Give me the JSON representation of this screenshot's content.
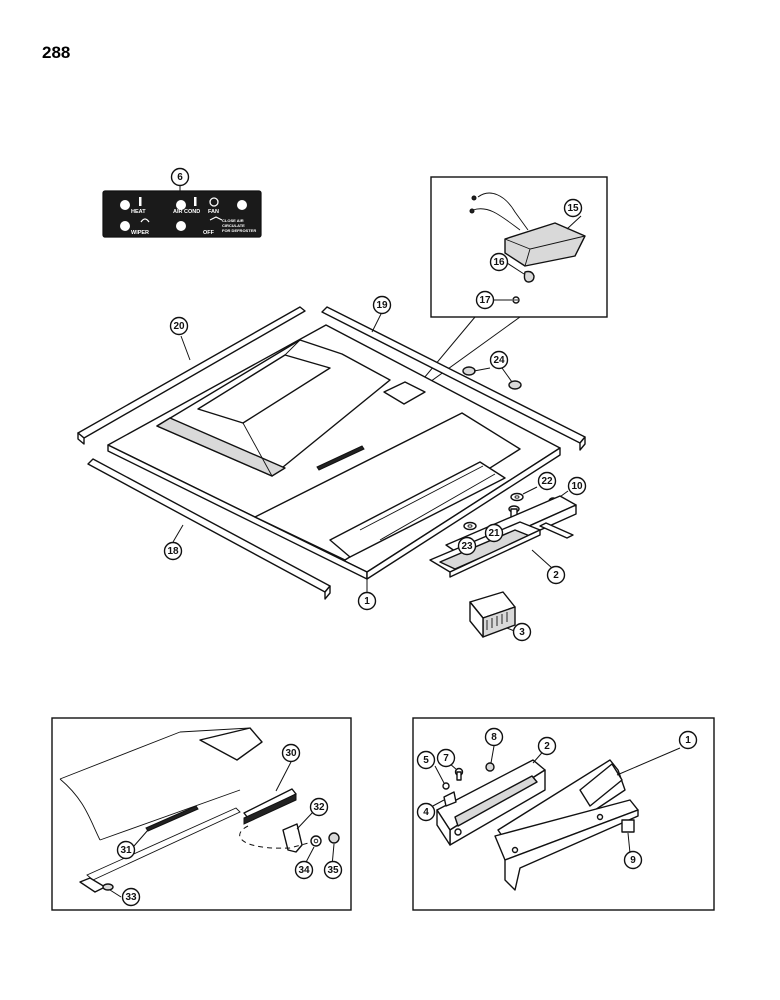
{
  "page_number": "288",
  "control_panel": {
    "labels": [
      "HEAT",
      "AIR COND",
      "FAN",
      "WIPER",
      "OFF",
      "CLOSE AIR",
      "CIRCULATE",
      "FOR DEFROSTER"
    ]
  },
  "callouts": {
    "main_view": [
      "6",
      "15",
      "16",
      "17",
      "19",
      "20",
      "24",
      "22",
      "10",
      "21",
      "23",
      "2",
      "3",
      "18",
      "1"
    ],
    "left_inset": [
      "30",
      "32",
      "31",
      "34",
      "35",
      "33"
    ],
    "right_inset": [
      "7",
      "8",
      "2",
      "1",
      "5",
      "4",
      "9"
    ]
  }
}
